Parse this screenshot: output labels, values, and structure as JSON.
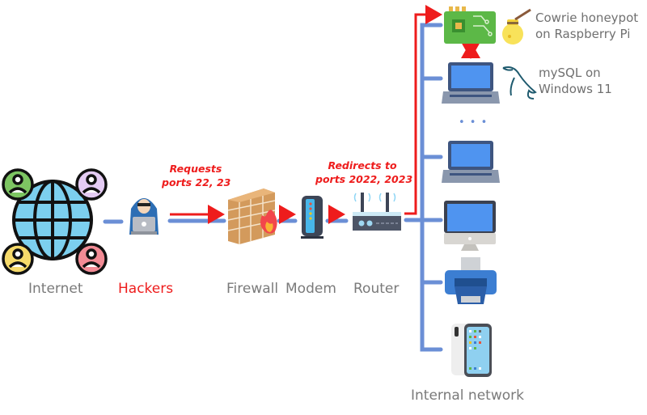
{
  "diagram": {
    "nodes": {
      "internet": "Internet",
      "hackers": "Hackers",
      "firewall": "Firewall",
      "modem": "Modem",
      "router": "Router",
      "internal_network": "Internal network"
    },
    "annotations": {
      "requests_line1": "Requests",
      "requests_line2": "ports 22, 23",
      "redirect_line1": "Redirects to",
      "redirect_line2": "ports 2022, 2023"
    },
    "devices": {
      "honeypot_line1": "Cowrie honeypot",
      "honeypot_line2": "on Raspberry Pi",
      "mysql_line1": "mySQL on",
      "mysql_line2": "Windows 11"
    },
    "ellipsis": "• • •",
    "colors": {
      "attack_red": "#ee1c1c",
      "network_blue": "#6b8fd6",
      "label_gray": "#7a7a7a"
    }
  }
}
